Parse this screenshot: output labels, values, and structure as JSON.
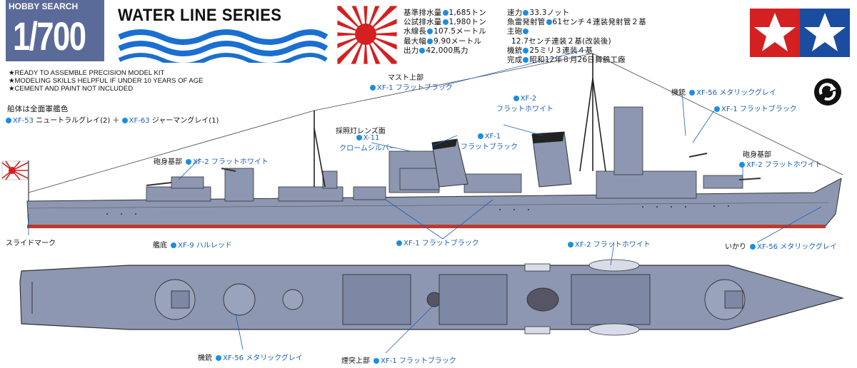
{
  "watermark": "HOBBY SEARCH",
  "scale": "1/700",
  "series_title": "WATER LINE SERIES",
  "notes": [
    "★READY TO ASSEMBLE PRECISION MODEL KIT",
    "★MODELING SKILLS HELPFUL IF UNDER 10 YEARS OF AGE",
    "★CEMENT AND PAINT NOT INCLUDED"
  ],
  "specs_left": [
    {
      "label": "基準排水量",
      "value": "1,685トン"
    },
    {
      "label": "公試排水量",
      "value": "1,980トン"
    },
    {
      "label": "水線長",
      "value": "107.5メートル"
    },
    {
      "label": "最大幅",
      "value": "9.90メートル"
    },
    {
      "label": "出力",
      "value": "42,000馬力"
    }
  ],
  "specs_right": [
    {
      "label": "速力",
      "value": "33.3ノット"
    },
    {
      "label": "魚雷発射管",
      "value": "61センチ４連装発射管２基"
    },
    {
      "label": "主砲",
      "value": ""
    },
    {
      "label": "",
      "value": "12.7センチ連装２基(改装後)"
    },
    {
      "label": "機銃",
      "value": "25ミリ３連装４基"
    },
    {
      "label": "完成",
      "value": "昭和12年８月26日舞鶴工廠"
    }
  ],
  "hull_color_caption": "船体は全面軍艦色",
  "hull_color_mix": {
    "a_code": "XF-53",
    "a_name": "ニュートラルグレイ(2)",
    "plus": "＋",
    "b_code": "XF-63",
    "b_name": "ジャーマングレイ(1)"
  },
  "callouts": {
    "mast_top_title": "マスト上部",
    "mast_top": {
      "code": "XF-1",
      "name": "フラットブラック"
    },
    "xf2_white_center": {
      "code": "XF-2",
      "name": "フラットホワイト"
    },
    "searchlight_title": "採照灯レンズ面",
    "searchlight": {
      "code": "X-11",
      "name": "クロームシルバー"
    },
    "xf1_center": {
      "code": "XF-1",
      "name": "フラットブラック"
    },
    "machinegun_top_title": "機銃",
    "machinegun_top": {
      "code": "XF-56",
      "name": "メタリックグレイ"
    },
    "xf1_right": {
      "code": "XF-1",
      "name": "フラットブラック"
    },
    "gun_base_left_title": "砲身基部",
    "gun_base_left": {
      "code": "XF-2",
      "name": "フラットホワイト"
    },
    "gun_base_right_title": "砲身基部",
    "gun_base_right": {
      "code": "XF-2",
      "name": "フラットホワイト"
    },
    "slide_mark": "スライドマーク",
    "bottom_title": "艦底",
    "bottom": {
      "code": "XF-9",
      "name": "ハルレッド"
    },
    "xf1_lower": {
      "code": "XF-1",
      "name": "フラットブラック"
    },
    "xf2_deck": {
      "code": "XF-2",
      "name": "フラットホワイト"
    },
    "anchor_title": "いかり",
    "anchor": {
      "code": "XF-56",
      "name": "メタリックグレイ"
    },
    "machinegun_bottom_title": "機銃",
    "machinegun_bottom": {
      "code": "XF-56",
      "name": "メタリックグレイ"
    },
    "funnel_top_title": "煙突上部",
    "funnel_top": {
      "code": "XF-1",
      "name": "フラットブラック"
    }
  },
  "colors": {
    "scale_bg": "#5a6a99",
    "hull": "#8d97b2",
    "hull_dark": "#6f7a96",
    "waterline_red": "#c0392b",
    "label_blue": "#1a5fb4",
    "dot_blue": "#1a8ee0",
    "flag_red": "#d42020"
  }
}
